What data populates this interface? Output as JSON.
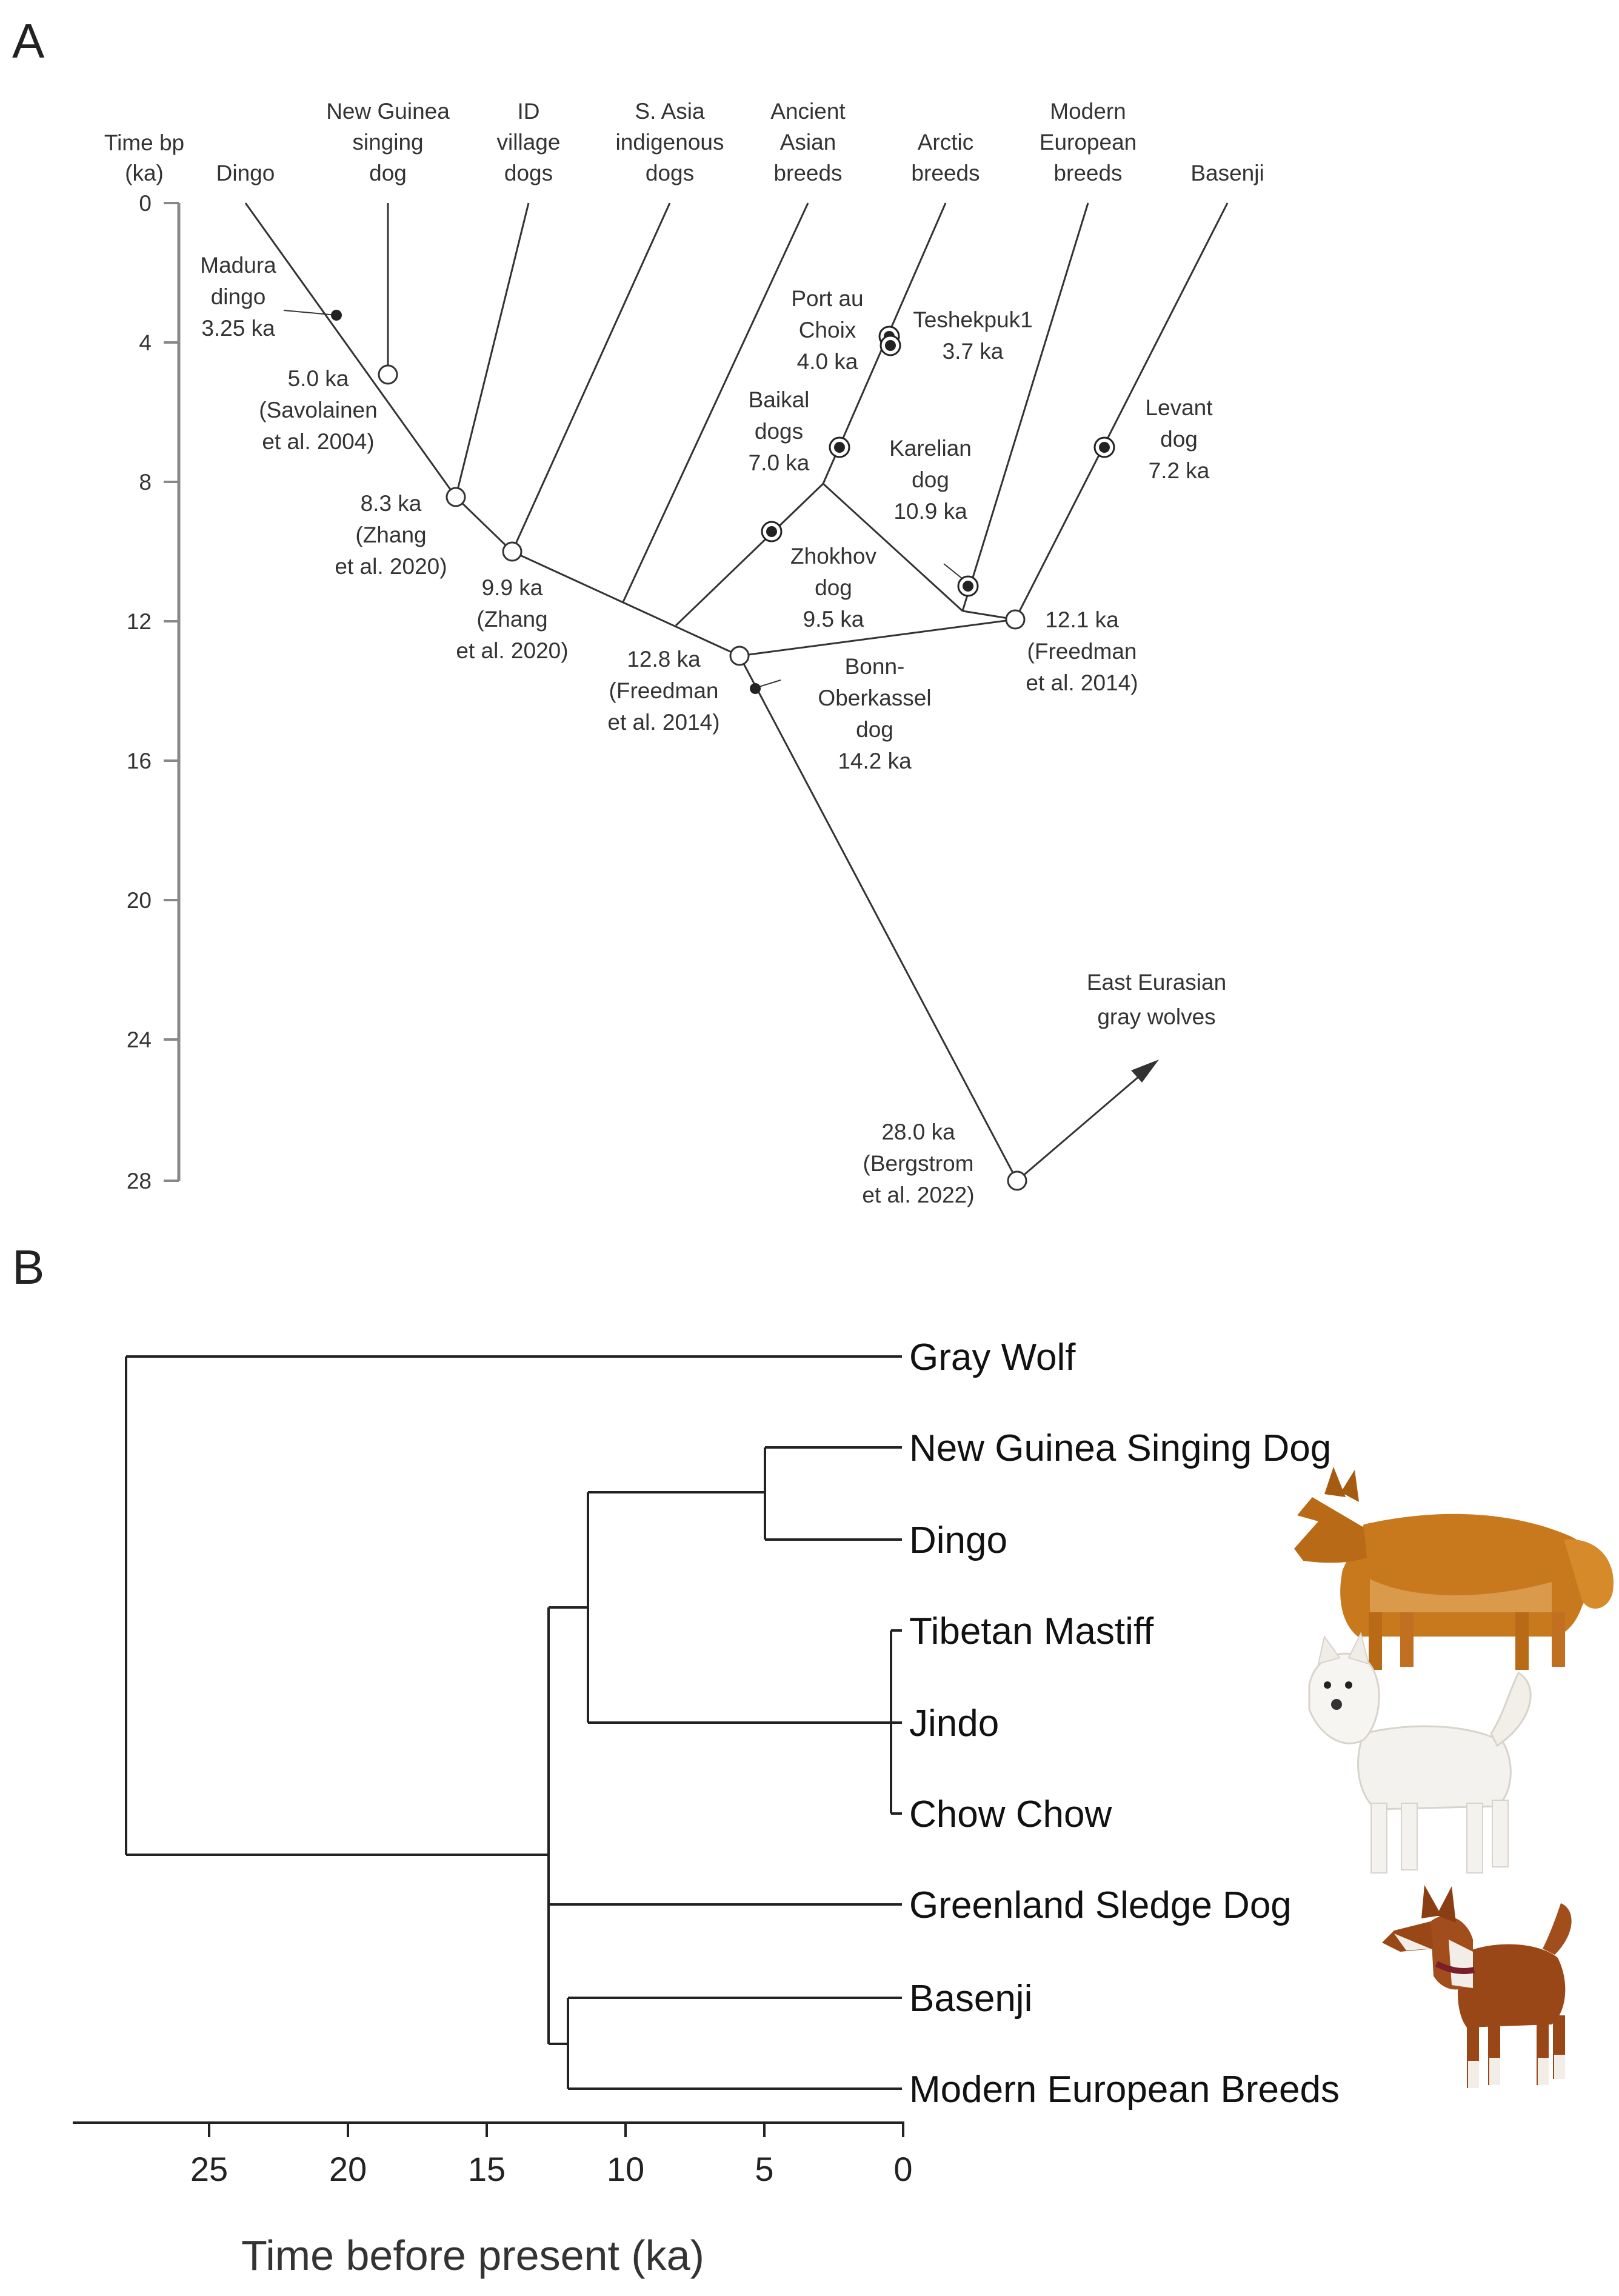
{
  "panel_a": {
    "label": "A",
    "axis": {
      "title_lines": [
        "Time bp",
        "(ka)"
      ],
      "ticks": [
        "0",
        "4",
        "8",
        "12",
        "16",
        "20",
        "24",
        "28"
      ]
    },
    "leaves": [
      {
        "lines": [
          "Dingo"
        ]
      },
      {
        "lines": [
          "New Guinea",
          "singing",
          "dog"
        ]
      },
      {
        "lines": [
          "ID",
          "village",
          "dogs"
        ]
      },
      {
        "lines": [
          "S. Asia",
          "indigenous",
          "dogs"
        ]
      },
      {
        "lines": [
          "Ancient",
          "Asian",
          "breeds"
        ]
      },
      {
        "lines": [
          "Arctic",
          "breeds"
        ]
      },
      {
        "lines": [
          "Modern",
          "European",
          "breeds"
        ]
      },
      {
        "lines": [
          "Basenji"
        ]
      }
    ],
    "annotations": [
      {
        "lines": [
          "Madura",
          "dingo",
          "3.25 ka"
        ]
      },
      {
        "lines": [
          "5.0 ka",
          "(Savolainen",
          "et al. 2004)"
        ]
      },
      {
        "lines": [
          "8.3 ka",
          "(Zhang",
          "et al. 2020)"
        ]
      },
      {
        "lines": [
          "9.9 ka",
          "(Zhang",
          "et al. 2020)"
        ]
      },
      {
        "lines": [
          "12.8 ka",
          "(Freedman",
          "et al. 2014)"
        ]
      },
      {
        "lines": [
          "Bonn-",
          "Oberkassel",
          "dog",
          "14.2 ka"
        ]
      },
      {
        "lines": [
          "Port au",
          "Choix",
          "4.0 ka"
        ]
      },
      {
        "lines": [
          "Teshekpuk1",
          "3.7 ka"
        ]
      },
      {
        "lines": [
          "Baikal",
          "dogs",
          "7.0 ka"
        ]
      },
      {
        "lines": [
          "Karelian",
          "dog",
          "10.9 ka"
        ]
      },
      {
        "lines": [
          "Zhokhov",
          "dog",
          "9.5 ka"
        ]
      },
      {
        "lines": [
          "Levant",
          "dog",
          "7.2 ka"
        ]
      },
      {
        "lines": [
          "12.1 ka",
          "(Freedman",
          "et al. 2014)"
        ]
      },
      {
        "lines": [
          "East Eurasian",
          "gray wolves"
        ]
      },
      {
        "lines": [
          "28.0 ka",
          "(Bergstrom",
          "et al. 2022)"
        ]
      }
    ]
  },
  "panel_b": {
    "label": "B",
    "taxa": [
      "Gray Wolf",
      "New Guinea Singing Dog",
      "Dingo",
      "Tibetan Mastiff",
      "Jindo",
      "Chow Chow",
      "Greenland Sledge Dog",
      "Basenji",
      "Modern European Breeds"
    ],
    "ticks": [
      "25",
      "20",
      "15",
      "10",
      "5",
      "0"
    ],
    "xlabel": "Time before present (ka)",
    "photos": [
      "dingo-photo",
      "jindo-photo",
      "basenji-photo"
    ]
  },
  "colors": {
    "line": "#222222",
    "axis": "#888888",
    "dingo_fur": "#c8791e",
    "basenji_fur": "#9a4718"
  }
}
